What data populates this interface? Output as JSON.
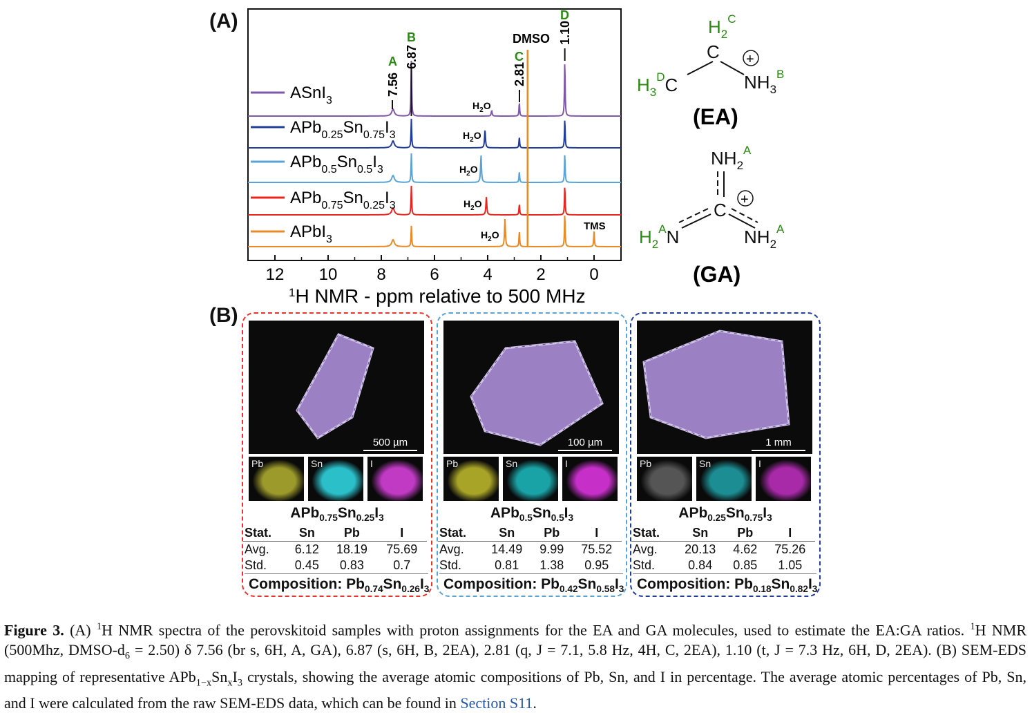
{
  "panel_a_label": "(A)",
  "panel_b_label": "(B)",
  "nmr": {
    "xlabel_sup": "1",
    "xlabel": "H NMR - ppm relative to 500 MHz",
    "ticks": [
      "12",
      "10",
      "8",
      "6",
      "4",
      "2",
      "0"
    ],
    "colors": {
      "ASnI3": "#7e57a8",
      "APb0.25": "#1f3d99",
      "APb0.5": "#5aa3d6",
      "APb0.75": "#e8241e",
      "APbI3": "#e88a25"
    },
    "traces": [
      {
        "name": "ASnI3",
        "main": "ASnI",
        "sub": "3"
      },
      {
        "name": "APb0.25Sn0.75I3",
        "main": "APb",
        "s1": "0.25",
        "m2": "Sn",
        "s2": "0.75",
        "m3": "I",
        "s3": "3"
      },
      {
        "name": "APb0.5Sn0.5I3",
        "main": "APb",
        "s1": "0.5",
        "m2": "Sn",
        "s2": "0.5",
        "m3": "I",
        "s3": "3"
      },
      {
        "name": "APb0.75Sn0.25I3",
        "main": "APb",
        "s1": "0.75",
        "m2": "Sn",
        "s2": "0.25",
        "m3": "I",
        "s3": "3"
      },
      {
        "name": "APbI3",
        "main": "APbI",
        "sub": "3"
      }
    ],
    "peak_labels": {
      "A": "A",
      "v756": "7.56",
      "B": "B",
      "v687": "6.87",
      "C": "C",
      "v281": "2.81",
      "D": "D",
      "v110": "1.10",
      "dmso": "DMSO",
      "tms": "TMS",
      "h2o": "H",
      "h2o_sub": "2",
      "h2o_o": "O"
    }
  },
  "molecules": {
    "ea": {
      "h2c": "H",
      "h2c_sub": "2",
      "h2c_sup": "C",
      "c": "C",
      "h3d_h": "H",
      "h3d_sub": "3",
      "h3d_sup": "D",
      "h3d_c": "C",
      "nh3": "NH",
      "nh3_sub": "3",
      "nh3_sup": "B",
      "plus": "+",
      "name": "(EA)"
    },
    "ga": {
      "nh2": "NH",
      "nh2_sub": "2",
      "nh2_sup": "A",
      "c": "C",
      "plus": "+",
      "name": "(GA)",
      "left_h": "H",
      "left_sub": "2",
      "left_sup": "A",
      "left_n": "N"
    }
  },
  "sem": [
    {
      "title_main": "APb",
      "s1": "0.75",
      "m2": "Sn",
      "s2": "0.25",
      "m3": "I",
      "s3": "3",
      "scale": "500 µm",
      "maps": [
        "Pb",
        "Sn",
        "I"
      ],
      "map_colors": [
        "#9c9a2a",
        "#2bbfc9",
        "#c03ac4"
      ],
      "header": [
        "Stat.",
        "Sn",
        "Pb",
        "I"
      ],
      "avg": [
        "Avg.",
        "6.12",
        "18.19",
        "75.69"
      ],
      "std": [
        "Std.",
        "0.45",
        "0.83",
        "0.7"
      ],
      "comp_label": "Composition: Pb",
      "c1": "0.74",
      "c2": "Sn",
      "c3": "0.26",
      "c4": "I",
      "c5": "3",
      "border": "#e8332a"
    },
    {
      "title_main": "APb",
      "s1": "0.5",
      "m2": "Sn",
      "s2": "0.5",
      "m3": "I",
      "s3": "3",
      "scale": "100 µm",
      "maps": [
        "Pb",
        "Sn",
        "I"
      ],
      "map_colors": [
        "#a8a427",
        "#1aa3a6",
        "#c72fc9"
      ],
      "header": [
        "Stat.",
        "Sn",
        "Pb",
        "I"
      ],
      "avg": [
        "Avg.",
        "14.49",
        "9.99",
        "75.52"
      ],
      "std": [
        "Std.",
        "0.81",
        "1.38",
        "0.95"
      ],
      "comp_label": "Composition: Pb",
      "c1": "0.42",
      "c2": "Sn",
      "c3": "0.58",
      "c4": "I",
      "c5": "3",
      "border": "#5aa3d6"
    },
    {
      "title_main": "APb",
      "s1": "0.25",
      "m2": "Sn",
      "s2": "0.75",
      "m3": "I",
      "s3": "3",
      "scale": "1 mm",
      "maps": [
        "Pb",
        "Sn",
        "I"
      ],
      "map_colors": [
        "#555555",
        "#1c8e93",
        "#a82aa8"
      ],
      "header": [
        "Stat.",
        "Sn",
        "Pb",
        "I"
      ],
      "avg": [
        "Avg.",
        "20.13",
        "4.62",
        "75.26"
      ],
      "std": [
        "Std.",
        "0.84",
        "0.85",
        "1.05"
      ],
      "comp_label": "Composition: Pb",
      "c1": "0.18",
      "c2": "Sn",
      "c3": "0.82",
      "c4": "I",
      "c5": "3",
      "border": "#1f3d99"
    }
  ],
  "caption": {
    "fig": "Figure 3.",
    "t1": " (A) ",
    "sup1": "1",
    "t2": "H NMR spectra of the perovskitoid samples with proton assignments for the EA and GA molecules, used to estimate the EA:GA ratios. ",
    "sup2": "1",
    "t3": "H NMR (500Mhz, DMSO-d",
    "sub1": "6",
    "t4": " = 2.50) δ 7.56 (br s, 6H, A, GA), 6.87 (s, 6H, B, 2EA), 2.81 (q, J = 7.1, 5.8 Hz, 4H, C, 2EA), 1.10 (t, J = 7.3 Hz, 6H, D, 2EA). (B) SEM-EDS mapping of representative APb",
    "sub2": "1−x",
    "t5": "Sn",
    "sub3": "x",
    "t6": "I",
    "sub4": "3",
    "t7": " crystals, showing the average atomic compositions of Pb, Sn, and I in percentage. The average atomic percentages of Pb, Sn, and I were calculated from the raw SEM-EDS data, which can be found in ",
    "link": "Section S11",
    "t8": "."
  }
}
